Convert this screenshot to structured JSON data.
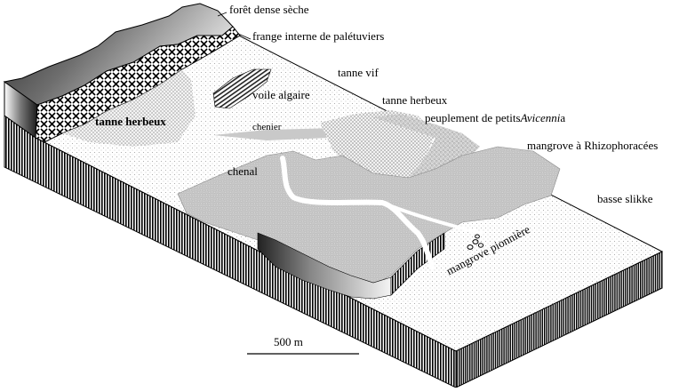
{
  "labels": {
    "foret": "forêt dense sèche",
    "frange": "frange interne de palétuviers",
    "tanne_vif": "tanne vif",
    "voile": "voile algaire",
    "tanne_herbeux_right": "tanne herbeux",
    "tanne_herbeux_left": "tanne herbeux",
    "peuplement_prefix": "peuplement de petits",
    "peuplement_genus": "Avicenni",
    "peuplement_suffix": "a",
    "chenier": "chenier",
    "mangrove_rhizo": "mangrove à Rhizophoracées",
    "chenal": "chenal",
    "basse_slikke": "basse slikke",
    "mangrove_pionniere": "mangrove pionnière"
  },
  "scale_bar": {
    "label": "500 m",
    "distance_m": 500
  },
  "colors": {
    "background": "#ffffff",
    "mudflat": "#eeeeee",
    "mangrove": "#bdbdbd",
    "forest_dark": "#3c3c3c",
    "forest_light": "#d8d8d8",
    "block_side": "#000000"
  }
}
